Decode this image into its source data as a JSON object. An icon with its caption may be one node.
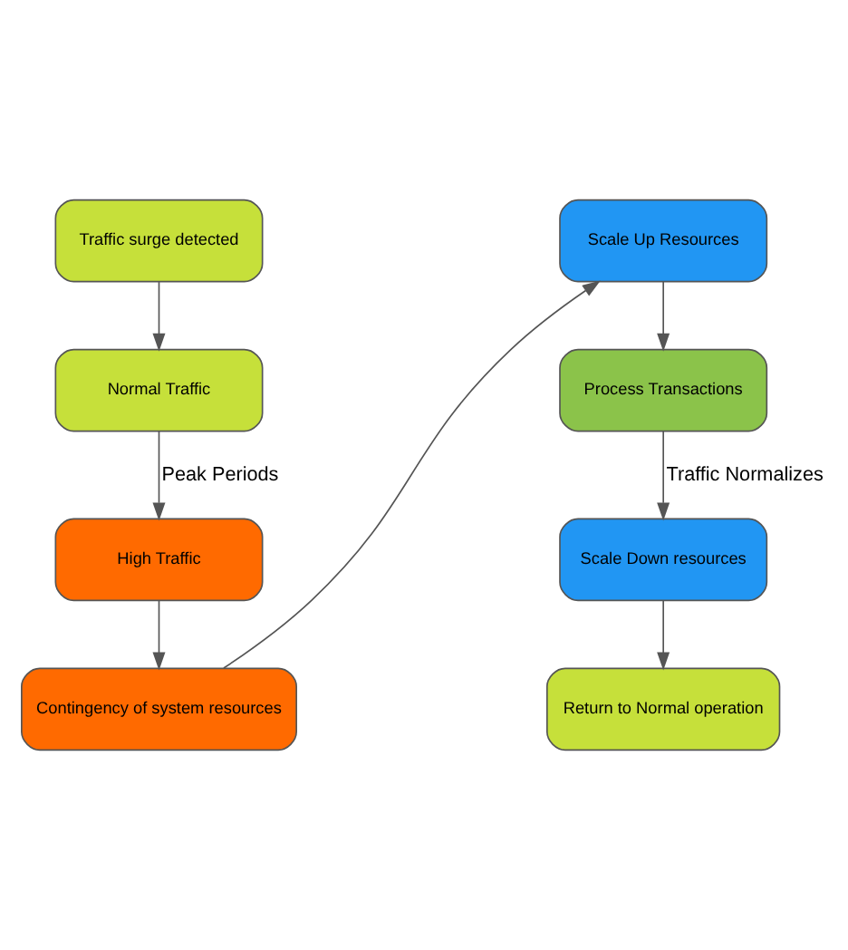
{
  "diagram": {
    "nodes": [
      {
        "text": [
          "Traffic surge detected"
        ]
      },
      {
        "text": [
          "Normal Traffic"
        ]
      },
      {
        "text": [
          "High Traffic"
        ]
      },
      {
        "text": [
          "Contingency of system resources"
        ]
      },
      {
        "text": [
          "Scale Up Resources"
        ]
      },
      {
        "text": [
          "Process Transactions"
        ]
      },
      {
        "text": [
          "Scale Down resources"
        ]
      },
      {
        "text": [
          "Return to Normal operation"
        ]
      }
    ],
    "edges": [
      {
        "from": 0,
        "to": 1,
        "arrow": "to"
      },
      {
        "from": 1,
        "to": 2,
        "arrow": "to",
        "label": "Peak Periods"
      },
      {
        "from": 2,
        "to": 3,
        "arrow": "to"
      },
      {
        "from": 3,
        "to": 4,
        "arrow": "to"
      },
      {
        "from": 4,
        "to": 5,
        "arrow": "to"
      },
      {
        "from": 5,
        "to": 6,
        "arrow": "to",
        "label": "Traffic Normalizes"
      },
      {
        "from": 6,
        "to": 7,
        "arrow": "to"
      }
    ]
  }
}
